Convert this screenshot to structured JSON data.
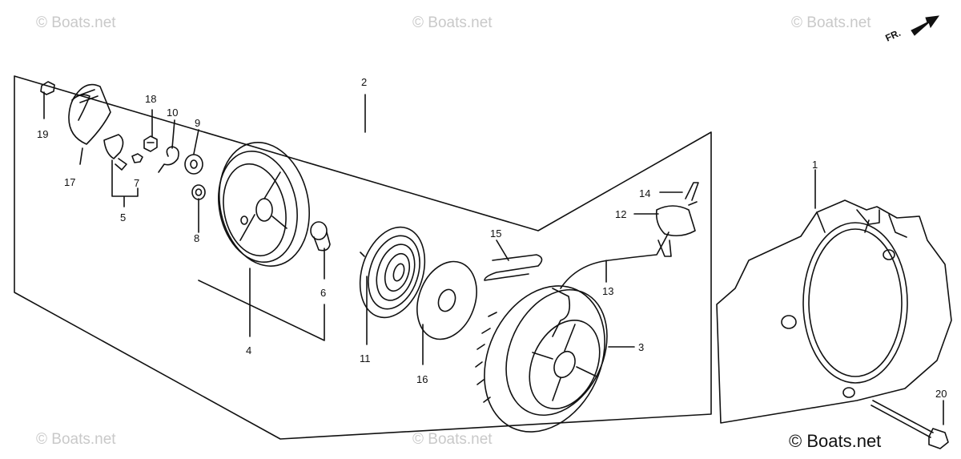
{
  "watermarks": {
    "text": "Boats.net",
    "symbol": "©",
    "bottom_right_text": "Boats.net"
  },
  "front_indicator": {
    "label": "FR.",
    "icon": "arrow-icon"
  },
  "callouts": [
    "1",
    "2",
    "3",
    "4",
    "5",
    "6",
    "7",
    "8",
    "9",
    "10",
    "11",
    "12",
    "13",
    "14",
    "15",
    "16",
    "17",
    "18",
    "19",
    "20"
  ],
  "colors": {
    "ink": "#111111",
    "watermark": "#c9c9c9",
    "background": "#ffffff"
  }
}
